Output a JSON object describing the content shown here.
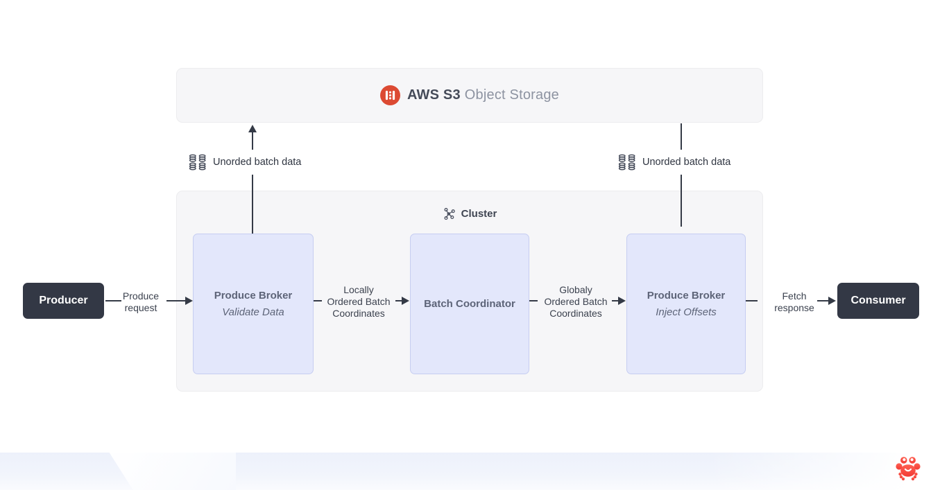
{
  "storage": {
    "title_bold": "AWS S3",
    "title_rest": "Object Storage"
  },
  "cluster": {
    "title": "Cluster",
    "boxes": [
      {
        "title": "Produce Broker",
        "subtitle": "Validate Data"
      },
      {
        "title": "Batch Coordinator"
      },
      {
        "title": "Produce Broker",
        "subtitle": "Inject Offsets"
      }
    ]
  },
  "endpoints": {
    "producer": "Producer",
    "consumer": "Consumer"
  },
  "edge_labels": {
    "produce_request": "Produce\nrequest",
    "locally_ordered": "Locally\nOrdered Batch\nCoordinates",
    "globally_ordered": "Globaly\nOrdered Batch\nCoordinates",
    "fetch_response": "Fetch\nresponse",
    "unordered_left": "Unorded batch data",
    "unordered_right": "Unorded batch data"
  },
  "icons": {
    "storage": "s3-bucket-icon",
    "cluster": "cluster-nodes-icon",
    "batch_data": "database-grid-icon",
    "mascot": "crab-icon"
  },
  "colors": {
    "s3_icon_red": "#DC4A33",
    "endpoint_dark": "#333845",
    "inner_box_bg": "#E3E7FB",
    "inner_box_border": "#C6CDF1",
    "panel_bg": "#F6F6F8",
    "panel_border": "#ECECEE",
    "arrow": "#343A46",
    "crab_red": "#F94B3F",
    "footer_band": "#EDF1FB"
  }
}
